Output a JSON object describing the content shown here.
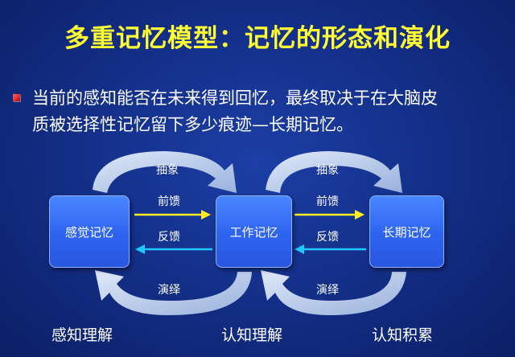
{
  "title": "多重记忆模型：记忆的形态和演化",
  "bullet": {
    "line1": "当前的感知能否在未来得到回忆，最终取决于在大脑皮",
    "line2": "质被选择性记忆留下多少痕迹—长期记忆。"
  },
  "nodes": {
    "sensory": "感觉记忆",
    "working": "工作记忆",
    "longterm": "长期记忆"
  },
  "arrows": {
    "abstract_left": "抽象",
    "abstract_right": "抽象",
    "feedforward_left": "前馈",
    "feedforward_right": "前馈",
    "feedback_left": "反馈",
    "feedback_right": "反馈",
    "deduce_left": "演绎",
    "deduce_right": "演绎"
  },
  "bottom_labels": {
    "left": "感知理解",
    "middle": "认知理解",
    "right": "认知积累"
  },
  "colors": {
    "title": "#ffff33",
    "feedforward": "#ffee22",
    "feedback": "#22c6ff",
    "node_fill": "#3a74f7",
    "curve_arrow": "#cfe0f5"
  }
}
